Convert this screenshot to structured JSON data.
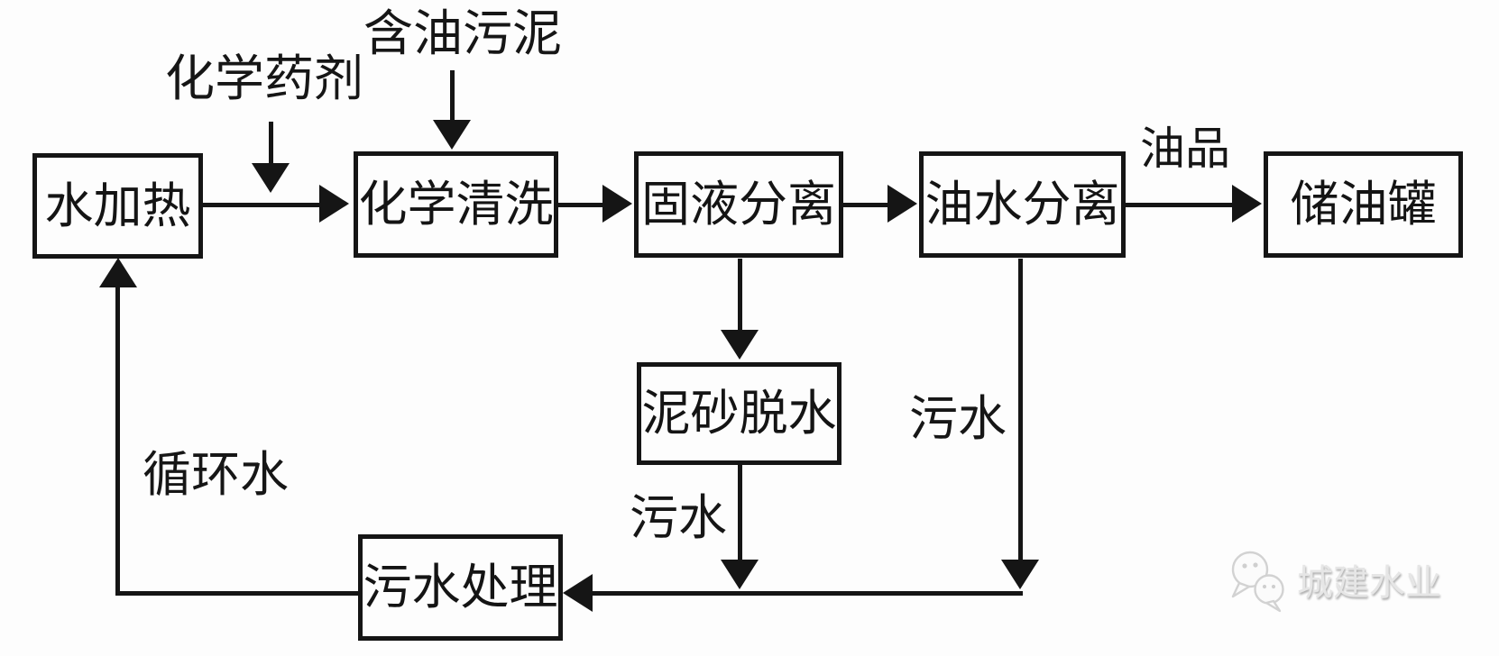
{
  "diagram": {
    "nodes": {
      "water_heating": "水加热",
      "chemical_cleaning": "化学清洗",
      "solid_liquid_separation": "固液分离",
      "oil_water_separation": "油水分离",
      "oil_storage_tank": "储油罐",
      "sand_dewatering": "泥砂脱水",
      "wastewater_treatment": "污水处理"
    },
    "edge_labels": {
      "chemical_agent": "化学药剂",
      "oily_sludge": "含油污泥",
      "oil_product": "油品",
      "wastewater_from_oil_water": "污水",
      "wastewater_from_sand": "污水",
      "circulating_water": "循环水"
    },
    "watermark": {
      "icon": "wechat-bubbles-icon",
      "text": "城建水业"
    },
    "colors": {
      "line": "#151515",
      "background": "#fdfdfd",
      "watermark_text": "#e6e6e6"
    }
  }
}
